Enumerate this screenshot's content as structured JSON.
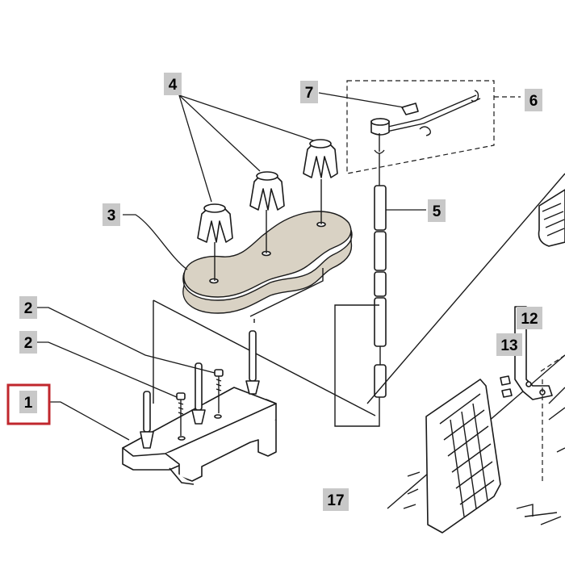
{
  "colors": {
    "highlight": "#c0272d",
    "callout_bg": "#c8c8c8",
    "line": "#1a1a1a",
    "pad_fill": "#d9d2c4"
  },
  "callouts": [
    {
      "id": "c1",
      "label": "1"
    },
    {
      "id": "c2a",
      "label": "2"
    },
    {
      "id": "c2b",
      "label": "2"
    },
    {
      "id": "c3",
      "label": "3"
    },
    {
      "id": "c4",
      "label": "4"
    },
    {
      "id": "c5",
      "label": "5"
    },
    {
      "id": "c6",
      "label": "6"
    },
    {
      "id": "c7",
      "label": "7"
    },
    {
      "id": "c12",
      "label": "12"
    },
    {
      "id": "c13",
      "label": "13"
    },
    {
      "id": "c17",
      "label": "17"
    }
  ],
  "highlighted_callout": "1"
}
